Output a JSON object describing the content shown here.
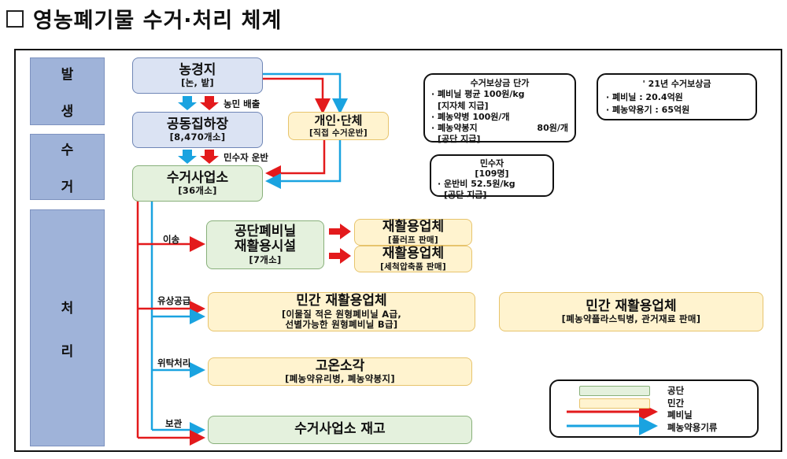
{
  "title": "영농폐기물 수거·처리 체계",
  "stages": [
    "발",
    "생",
    "수",
    "거",
    "처",
    "리"
  ],
  "nodes": {
    "farm": {
      "title": "농경지",
      "sub": "[논, 밭]"
    },
    "collect_pt": {
      "title": "공동집하장",
      "sub": "[8,470개소]"
    },
    "collector": {
      "title": "수거사업소",
      "sub": "[36개소]"
    },
    "group": {
      "title": "개인·단체",
      "sub": "[직접 수거운반]"
    },
    "facility": {
      "title1": "공단폐비닐",
      "title2": "재활용시설",
      "sub": "[7개소]"
    },
    "recycler1": {
      "title": "재활용업체",
      "sub": "[플러프 판매]"
    },
    "recycler2": {
      "title": "재활용업체",
      "sub": "[세척압축품 판매]"
    },
    "private1": {
      "title": "민간 재활용업체",
      "sub1": "[이물질 적은 원형폐비닐 A급,",
      "sub2": "선별가능한 원형폐비닐 B급]"
    },
    "private2": {
      "title": "민간 재활용업체",
      "sub": "[폐농약플라스틱병, 관거재료 판매]"
    },
    "incinerate": {
      "title": "고온소각",
      "sub": "[폐농약유리병, 폐농약봉지]"
    },
    "stock": {
      "title": "수거사업소 재고"
    }
  },
  "flow_labels": {
    "farmer": "농민 배출",
    "resident": "민수자 운반",
    "transfer": "이송",
    "paid": "유상공급",
    "consign": "위탁처리",
    "store": "보관"
  },
  "notes": {
    "unit_price": {
      "title": "수거보상금 단가",
      "l1": "· 폐비닐 평균 100원/kg",
      "l2": "[지자체 지급]",
      "l3": "· 폐농약병 100원/개",
      "l4": "· 폐농약봉지",
      "l4b": "80원/개",
      "l5": "[공단 지급]"
    },
    "y21": {
      "title": "' 21년 수거보상금",
      "l1": "· 폐비닐 : 20.4억원",
      "l2": "· 폐농약용기 : 65억원"
    },
    "resident_note": {
      "title": "민수자",
      "l1": "[109명]",
      "l2": "· 운반비 52.5원/kg",
      "l3": "[공단 지급]"
    }
  },
  "legend": [
    {
      "label": "공단"
    },
    {
      "label": "민간"
    },
    {
      "label": "폐비닐"
    },
    {
      "label": "폐농약용기류"
    }
  ],
  "colors": {
    "red": "#e31a1c",
    "blue": "#1aa3e0",
    "stage": "#9fb3d9"
  }
}
